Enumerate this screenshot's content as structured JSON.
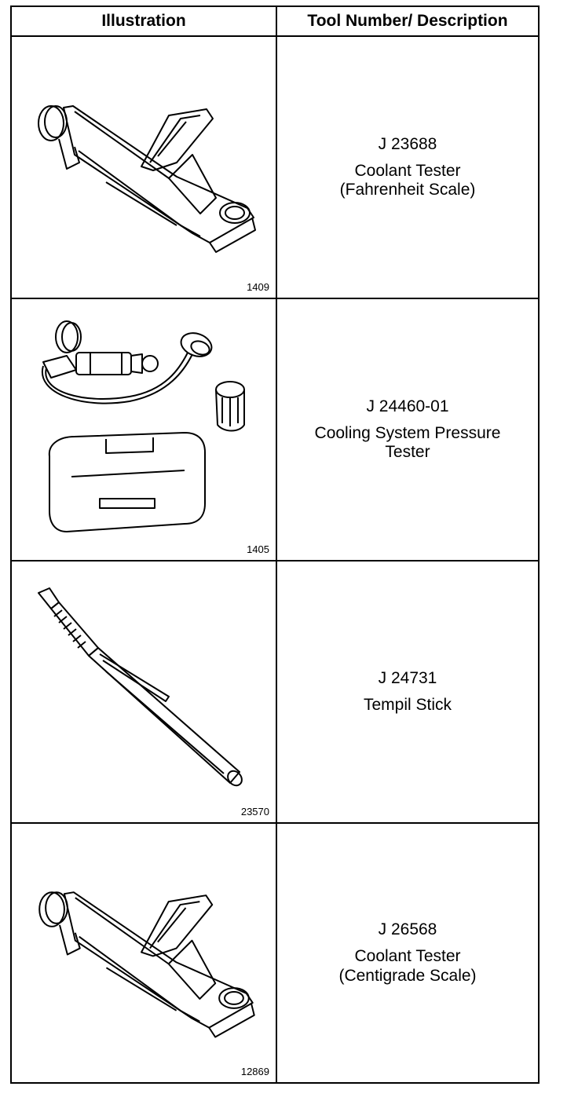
{
  "header": {
    "illustration": "Illustration",
    "description": "Tool Number/ Description"
  },
  "rows": [
    {
      "figure": "1409",
      "number": "J 23688",
      "lines": [
        "Coolant Tester",
        "(Fahrenheit Scale)"
      ]
    },
    {
      "figure": "1405",
      "number": "J 24460-01",
      "lines": [
        "Cooling System Pressure",
        "Tester"
      ]
    },
    {
      "figure": "23570",
      "number": "J 24731",
      "lines": [
        "Tempil Stick",
        ""
      ]
    },
    {
      "figure": "12869",
      "number": "J 26568",
      "lines": [
        "Coolant Tester",
        "(Centigrade Scale)"
      ]
    }
  ],
  "icons": {
    "row1": "refractometer-icon",
    "row2": "pressure-tester-kit-icon",
    "row3": "tempil-stick-icon",
    "row4": "refractometer-icon"
  }
}
